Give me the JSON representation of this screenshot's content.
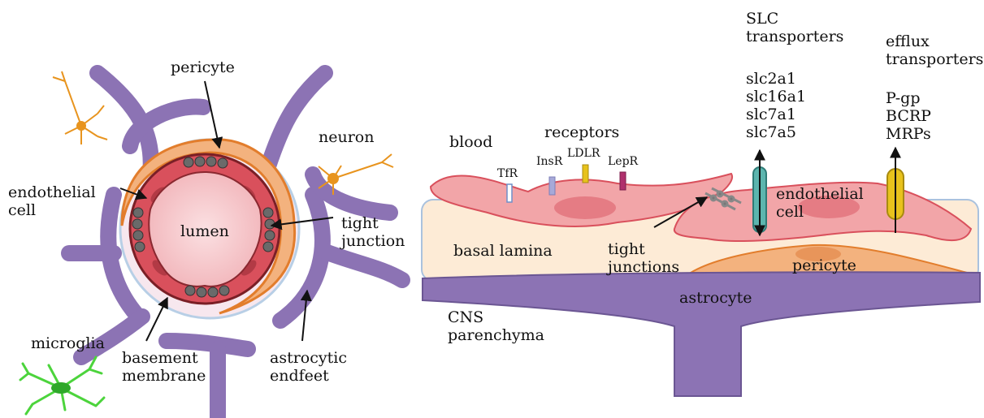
{
  "left_panel": {
    "lumen": "lumen",
    "pericyte": "pericyte",
    "neuron": "neuron",
    "endothelial_cell": "endothelial\ncell",
    "tight_junction": "tight\njunction",
    "microglia": "microglia",
    "basement_membrane": "basement\nmembrane",
    "astrocytic_endfeet": "astrocytic\nendfeet"
  },
  "right_panel": {
    "blood": "blood",
    "receptors_heading": "receptors",
    "receptors": [
      "TfR",
      "InsR",
      "LDLR",
      "LepR"
    ],
    "slc_heading": "SLC\ntransporters",
    "slc_list": "slc2a1\nslc16a1\nslc7a1\nslc7a5",
    "efflux_heading": "efflux\ntransporters",
    "efflux_list": "P-gp\nBCRP\nMRPs",
    "endothelial_cell": "endothelial\ncell",
    "basal_lamina": "basal lamina",
    "tight_junctions": "tight\njunctions",
    "pericyte": "pericyte",
    "astrocyte": "astrocyte",
    "cns_parenchyma": "CNS\nparenchyma"
  },
  "colors": {
    "astrocyte": "#8c73b4",
    "endothelium": "#f2a5a8",
    "endothelium_dark": "#d9505c",
    "pericyte": "#f3b27e",
    "basal_lamina": "#fdebd6",
    "neuron": "#e8941e",
    "microglia": "#4cd43c",
    "slc_transporter": "#5cb5ae",
    "efflux_transporter": "#e8c21c"
  }
}
